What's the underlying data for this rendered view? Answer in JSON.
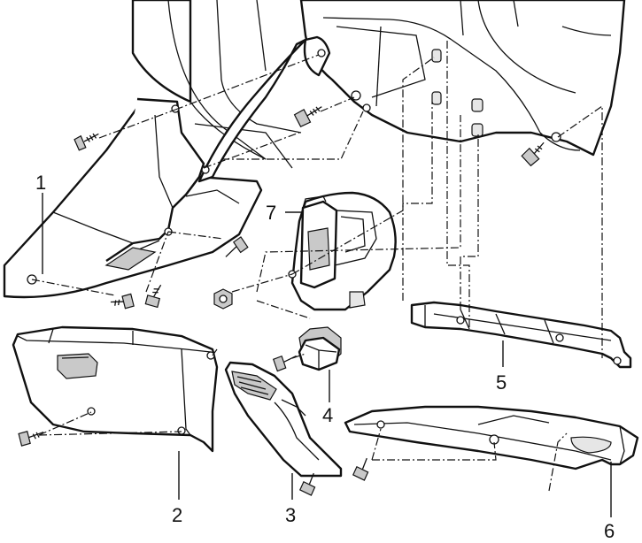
{
  "callouts": [
    {
      "id": "1",
      "text": "1"
    },
    {
      "id": "2",
      "text": "2"
    },
    {
      "id": "3",
      "text": "3"
    },
    {
      "id": "4",
      "text": "4"
    },
    {
      "id": "5",
      "text": "5"
    },
    {
      "id": "6",
      "text": "6"
    },
    {
      "id": "7",
      "text": "7"
    }
  ],
  "colors": {
    "line": "#111111",
    "paper": "#ffffff",
    "shade": "#c9c9c9"
  }
}
